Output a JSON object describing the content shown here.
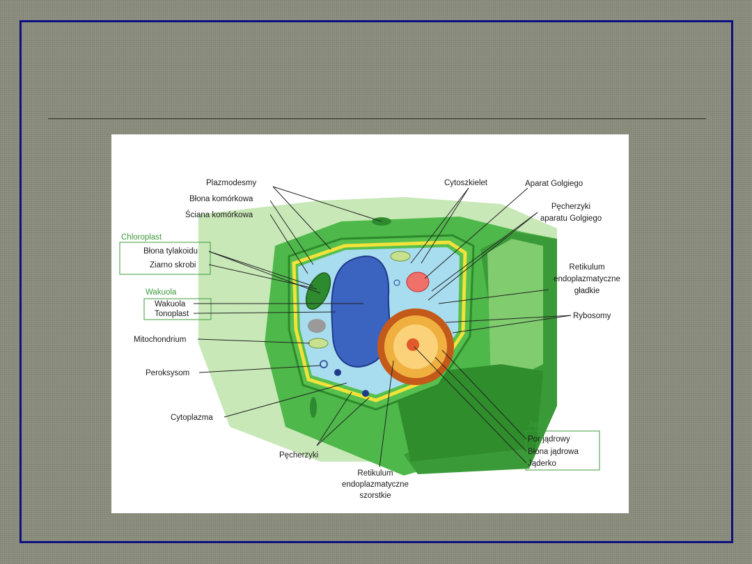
{
  "diagram": {
    "labels": {
      "plazmodesmy": "Plazmodesmy",
      "blona_komorkowa": "Błona komórkowa",
      "sciana_komorkowa": "Ściana komórkowa",
      "chloroplast": "Chloroplast",
      "blona_tylakoidu": "Błona tylakoidu",
      "ziarno_skrobi": "Ziarno skrobi",
      "wakuola_group": "Wakuola",
      "wakuola": "Wakuola",
      "tonoplast": "Tonoplast",
      "mitochondrium": "Mitochondrium",
      "peroksysom": "Peroksysom",
      "cytoplazma": "Cytoplazma",
      "pecherzyki": "Pęcherzyki",
      "ret_szorstkie_1": "Retikulum",
      "ret_szorstkie_2": "endoplazmatyczne",
      "ret_szorstkie_3": "szorstkie",
      "cytoszkielet": "Cytoszkielet",
      "aparat_golgiego": "Aparat Golgiego",
      "pecherzyki_golgi_1": "Pęcherzyki",
      "pecherzyki_golgi_2": "aparatu Golgiego",
      "ret_gladkie_1": "Retikulum",
      "ret_gladkie_2": "endoplazmatyczne",
      "ret_gladkie_3": "gładkie",
      "rybosomy": "Rybosomy",
      "jadro": "Jądro",
      "por_jadrowy": "Por jądrowy",
      "blona_jadrowa": "Błona jądrowa",
      "jaderko": "Jąderko"
    }
  }
}
